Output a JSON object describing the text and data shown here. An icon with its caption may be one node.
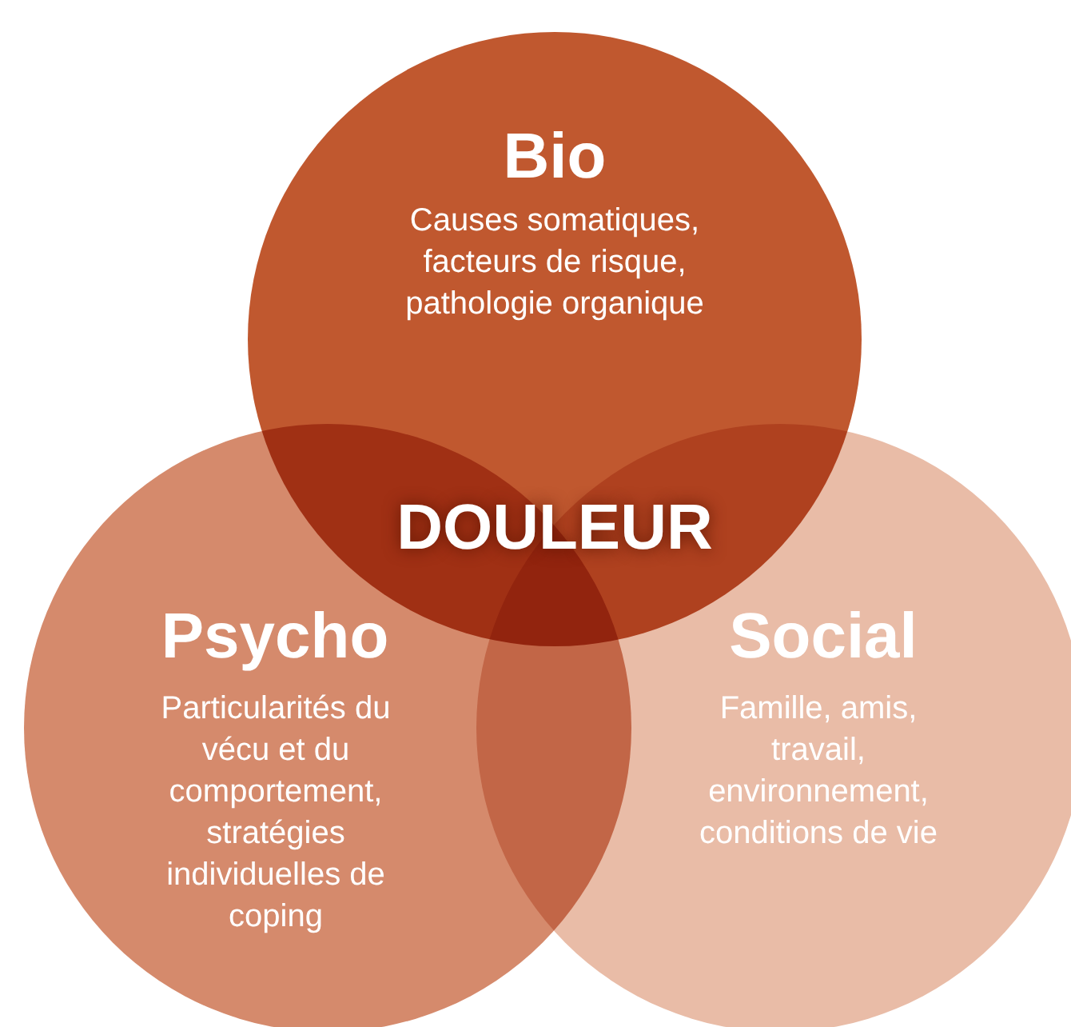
{
  "diagram": {
    "nodes": [
      {
        "text": [
          "Bio",
          "Causes somatiques, facteurs de risque, pathologie organique"
        ]
      },
      {
        "text": [
          "Psycho",
          "Particularités du vécu et du comportement, stratégies individuelles de coping"
        ]
      },
      {
        "text": [
          "Social",
          "Famille, amis, travail, environnement, conditions de vie"
        ]
      }
    ],
    "labels": [
      "DOULEUR"
    ]
  }
}
